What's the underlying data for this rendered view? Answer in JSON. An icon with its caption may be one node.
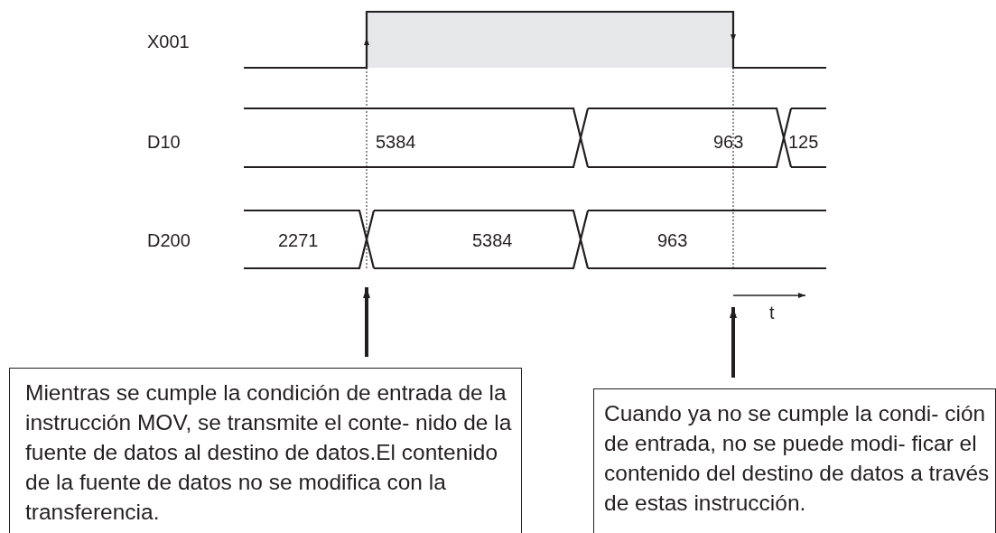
{
  "diagram": {
    "nodes": [
      {
        "text": [
          "Mientras se cumple la condición de entrada de la instrucción MOV, se transmite el conte- nido de la fuente de datos al destino de datos.El contenido de la fuente de datos no se modifica con la transferencia."
        ]
      },
      {
        "text": [
          "Cuando ya no se cumple la condi- ción de entrada, no se puede modi- ficar el contenido del destino de datos a través de estas instrucción."
        ]
      }
    ],
    "edges": [
      {
        "from": 0,
        "to": null,
        "arrow": "to"
      },
      {
        "from": 1,
        "to": null,
        "arrow": "to"
      }
    ],
    "labels": [
      "X001",
      "D10",
      "5384",
      "963",
      "125",
      "D200",
      "2271",
      "5384",
      "963",
      "t"
    ]
  }
}
